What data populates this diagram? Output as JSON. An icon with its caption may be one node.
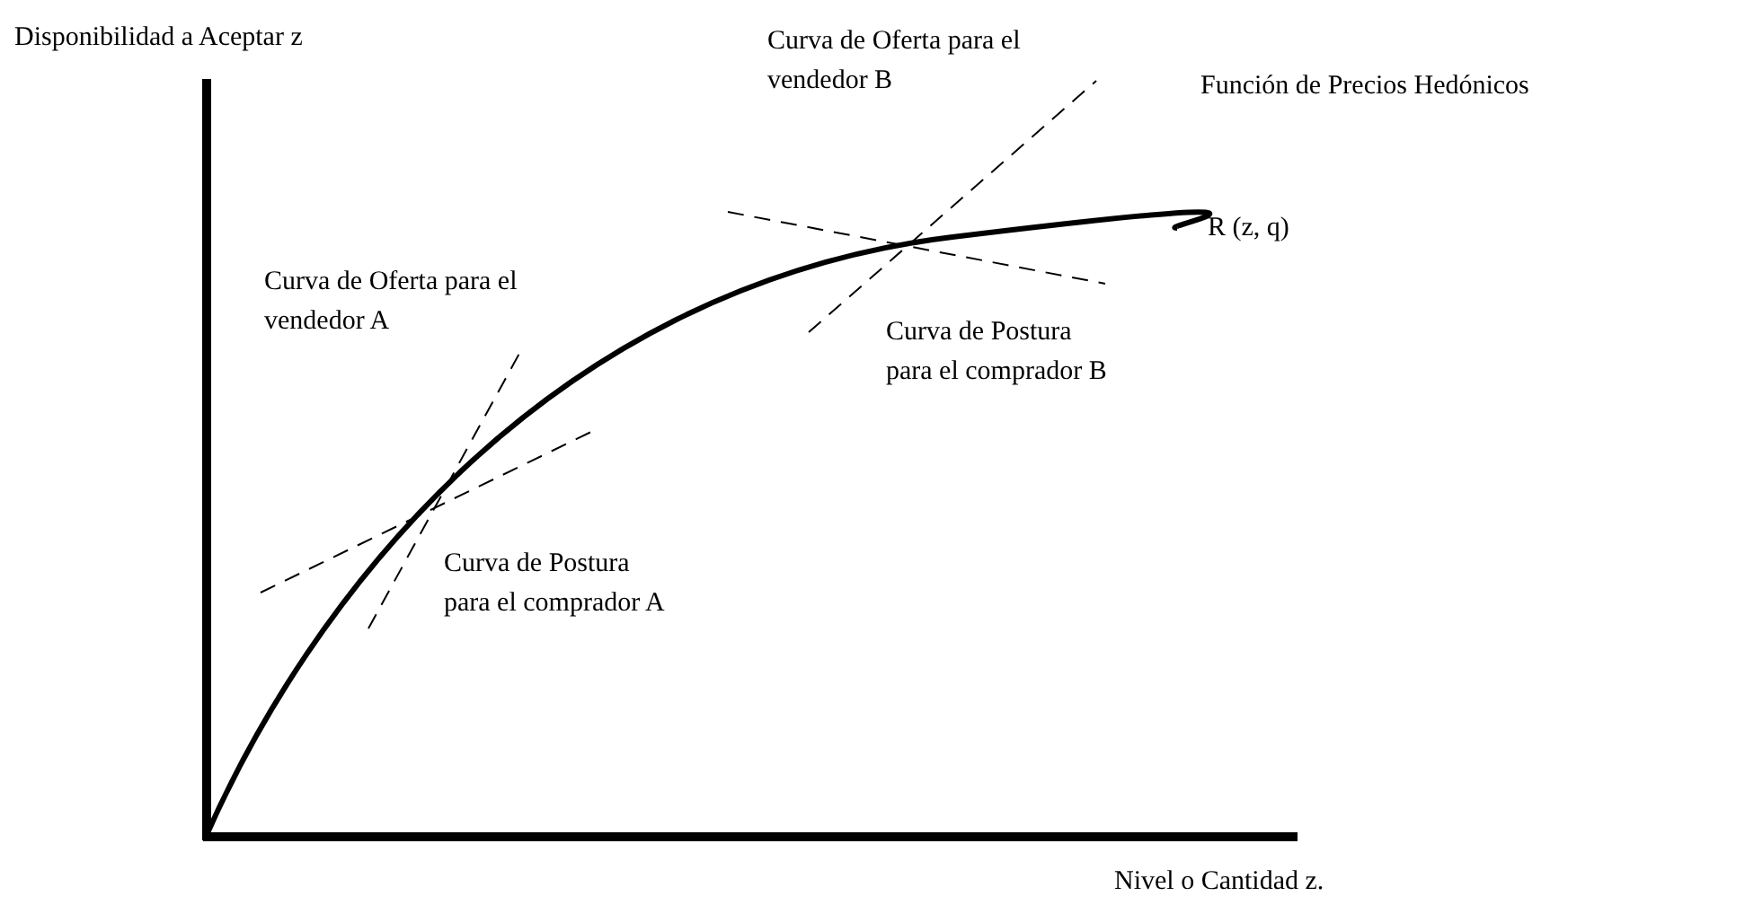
{
  "diagram": {
    "labels": [
      "Disponibilidad a Aceptar z",
      "Curva de Oferta para el vendedor B",
      "Función de Precios Hedónicos",
      "R (z, q)",
      "Curva de Oferta para el vendedor A",
      "Curva de Postura para el comprador B",
      "Curva de Postura para el comprador A",
      "Nivel o Cantidad z."
    ]
  }
}
